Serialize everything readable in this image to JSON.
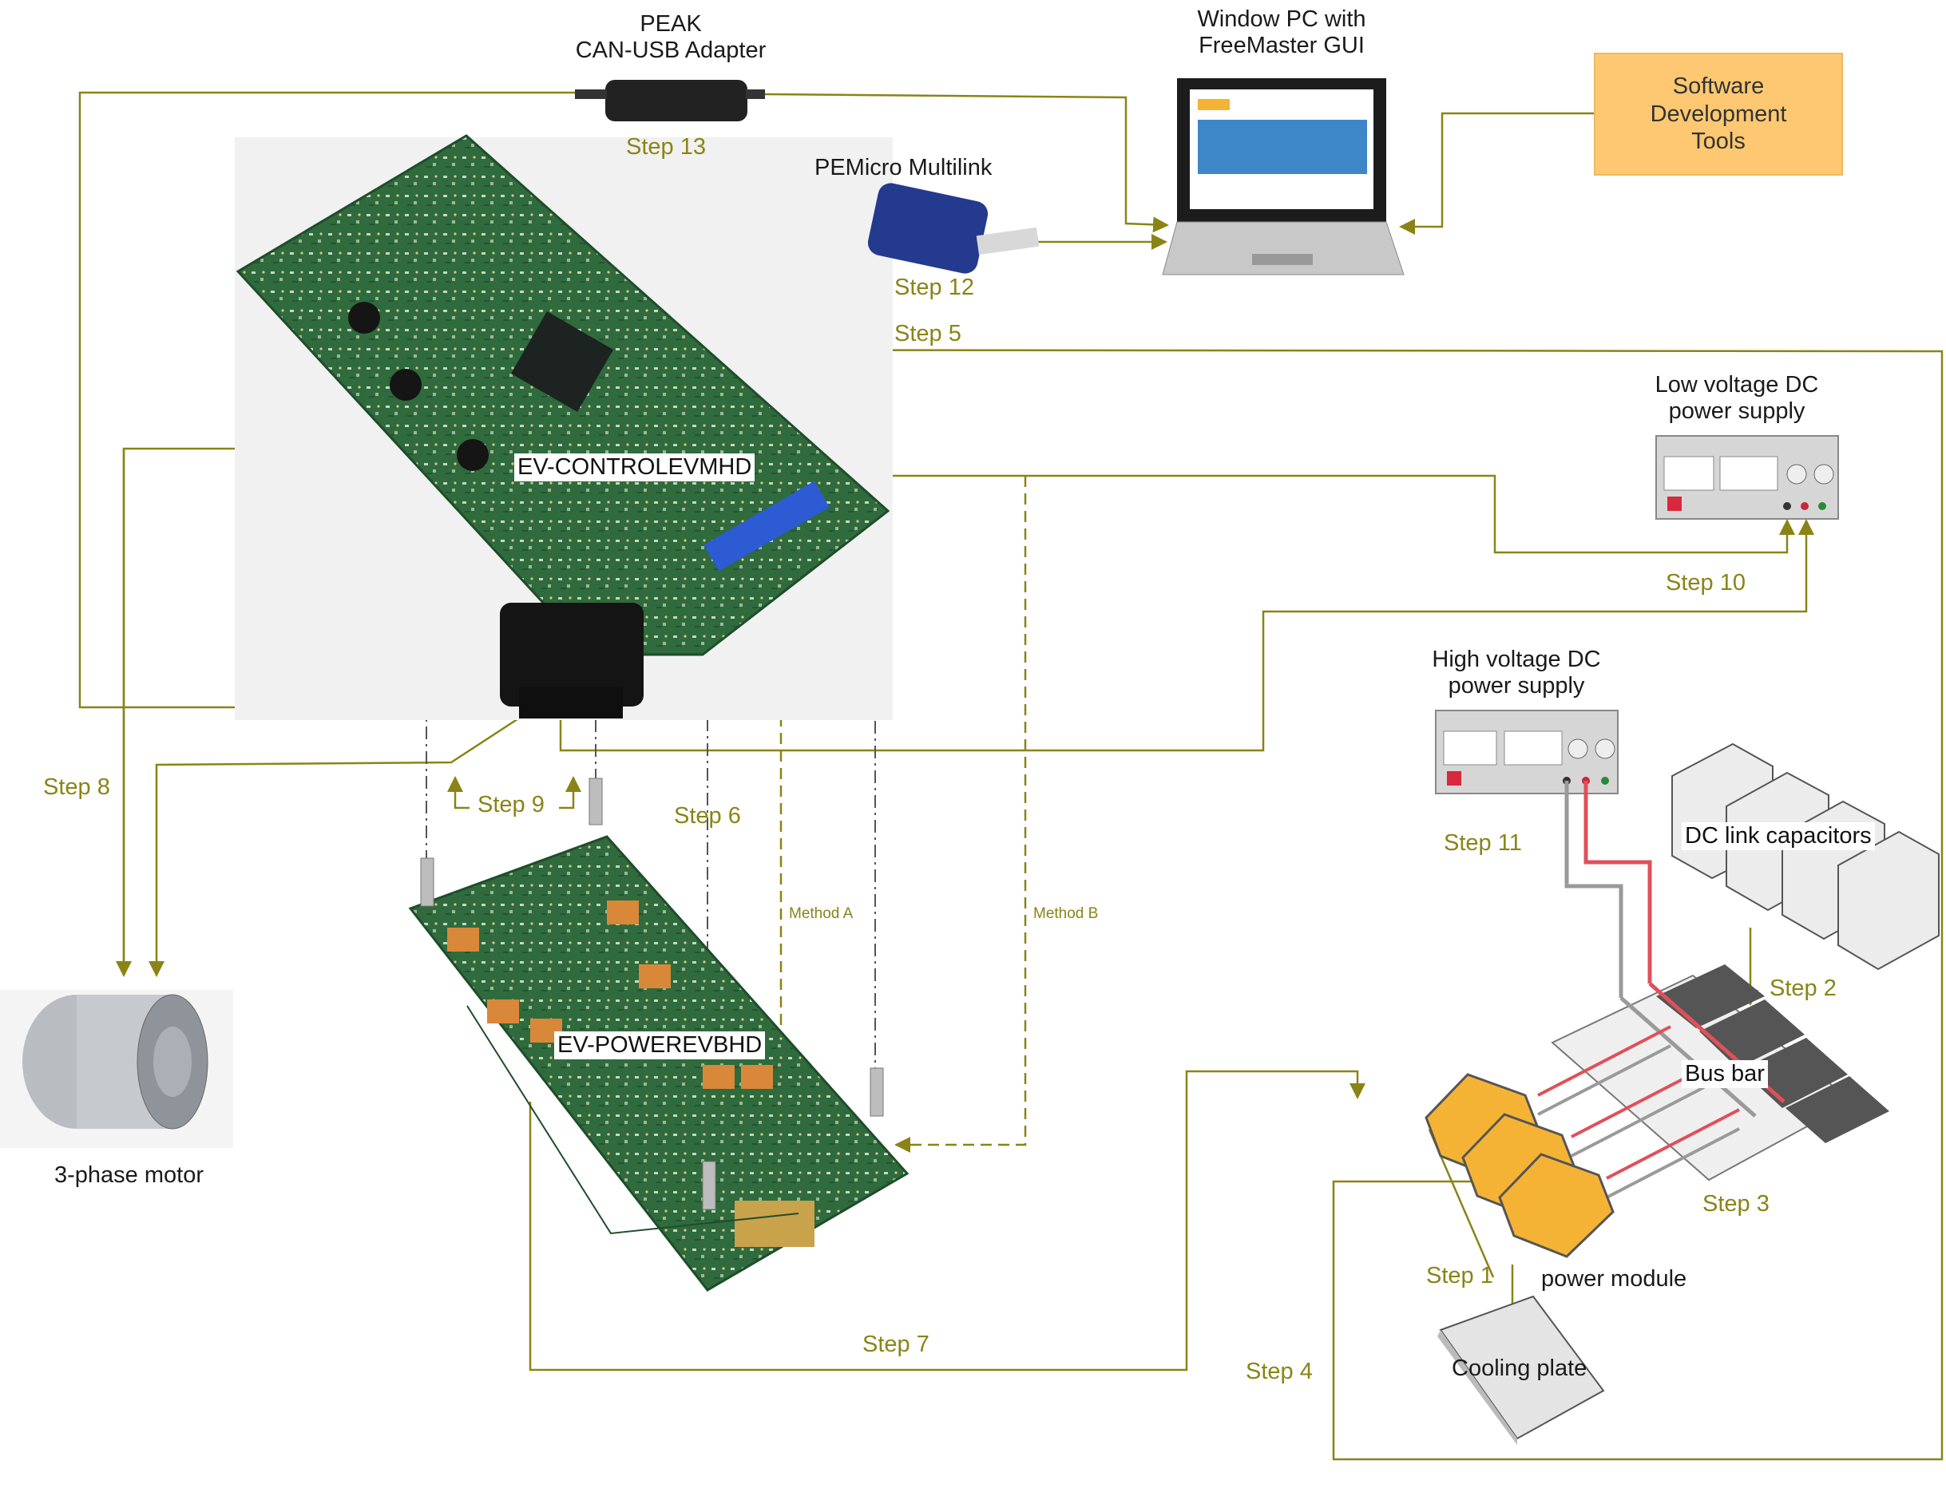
{
  "components": {
    "peak_adapter": "PEAK\nCAN-USB Adapter",
    "window_pc": "Window PC with\nFreeMaster GUI",
    "sw_tools": "Software\nDevelopment\nTools",
    "pemicro": "PEMicro Multilink",
    "control_board": "EV-CONTROLEVMHD",
    "power_board": "EV-POWEREVBHD",
    "motor": "3-phase motor",
    "lv_supply": "Low voltage DC\npower supply",
    "hv_supply": "High voltage DC\npower supply",
    "dc_caps": "DC link capacitors",
    "bus_bar": "Bus bar",
    "power_module": "power module",
    "cooling_plate": "Cooling plate"
  },
  "steps": {
    "s1": "Step 1",
    "s2": "Step 2",
    "s3": "Step 3",
    "s4": "Step 4",
    "s5": "Step 5",
    "s6": "Step 6",
    "s7": "Step 7",
    "s8": "Step 8",
    "s9": "Step 9",
    "s10": "Step 10",
    "s11": "Step 11",
    "s12": "Step 12",
    "s13": "Step 13"
  },
  "methods": {
    "a": "Method A",
    "b": "Method B"
  },
  "colors": {
    "connector_line": "#8a8416",
    "pcb_green": "#2f6b3c",
    "pcb_dark": "#1f4d2a",
    "module_orange": "#f5b335",
    "hv_red": "#e0505a",
    "hv_gray": "#9a9a9a",
    "sw_box": "#fdc871"
  },
  "icons": [
    "usb-adapter-icon",
    "laptop-icon",
    "debugger-icon",
    "motor-icon",
    "power-supply-icon",
    "capacitor-icon",
    "power-module-icon",
    "cooling-plate-icon",
    "pcb-board-icon"
  ]
}
